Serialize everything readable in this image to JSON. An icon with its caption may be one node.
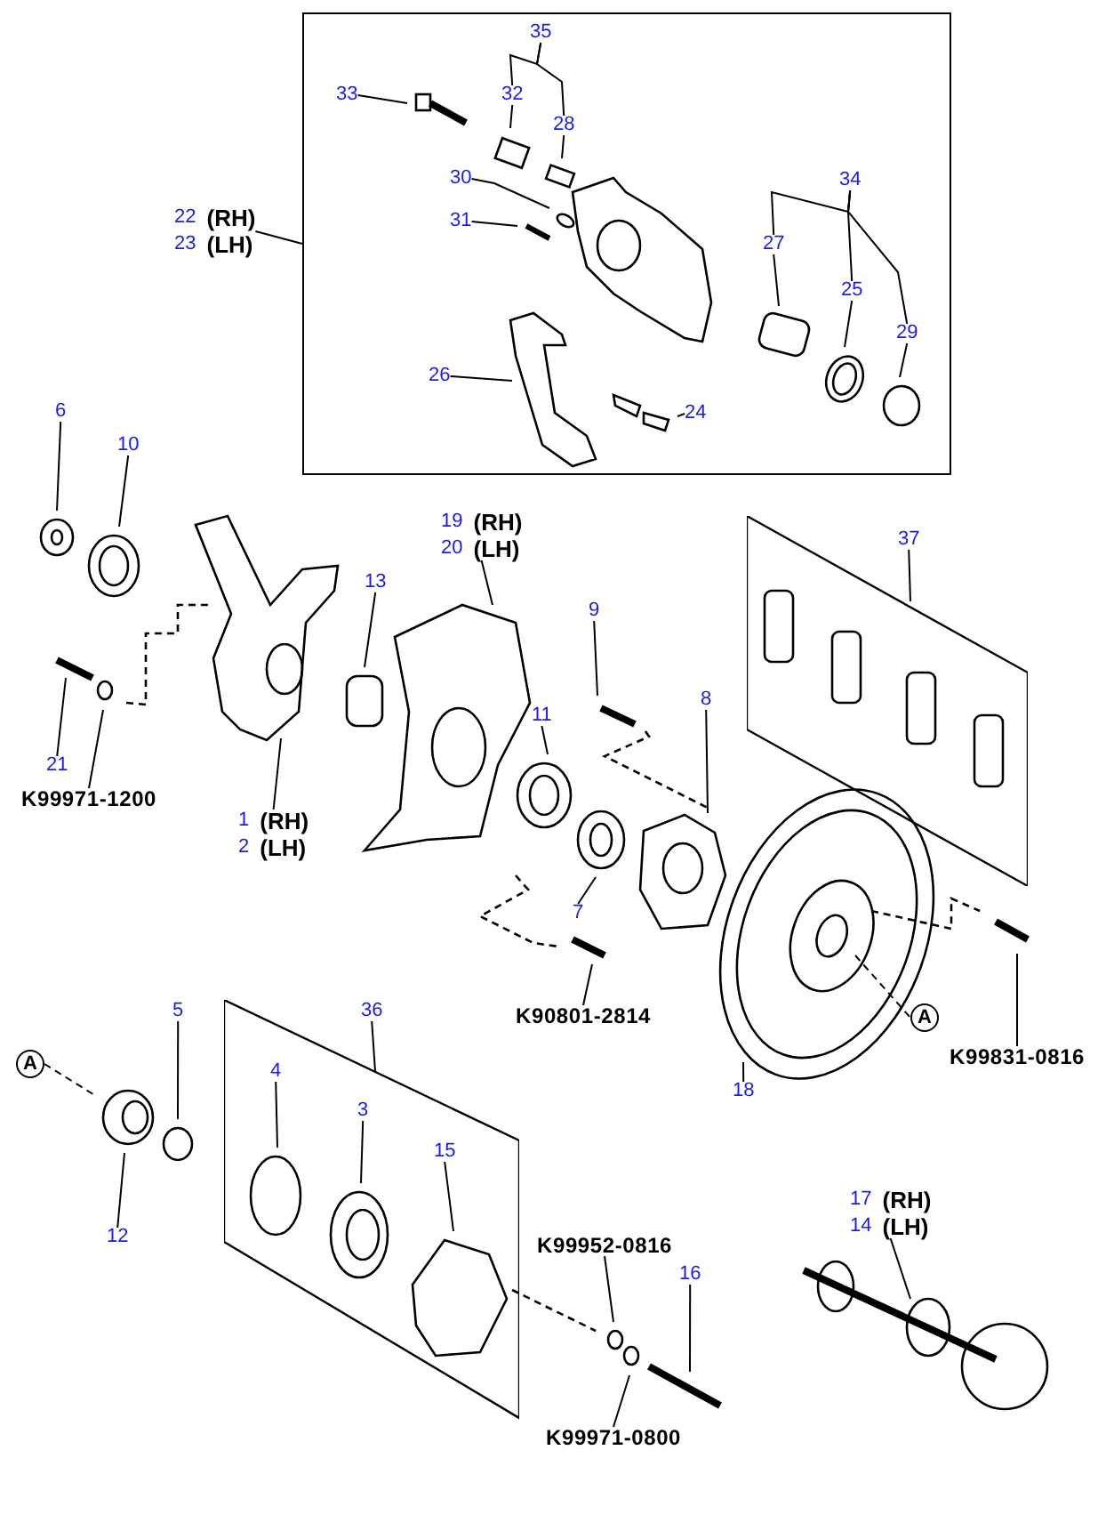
{
  "diagram": {
    "nodes": [
      {
        "text": [],
        "shape": "box"
      },
      {
        "text": [
          "35"
        ],
        "in": 0
      },
      {
        "text": [
          "33"
        ],
        "in": 0
      },
      {
        "text": [
          "32"
        ],
        "in": 0
      },
      {
        "text": [
          "28"
        ],
        "in": 0
      },
      {
        "text": [
          "30"
        ],
        "in": 0
      },
      {
        "text": [
          "31"
        ],
        "in": 0
      },
      {
        "text": [
          "34"
        ],
        "in": 0
      },
      {
        "text": [
          "27"
        ],
        "in": 0
      },
      {
        "text": [
          "25"
        ],
        "in": 0
      },
      {
        "text": [
          "29"
        ],
        "in": 0
      },
      {
        "text": [
          "26"
        ],
        "in": 0
      },
      {
        "text": [
          "24"
        ],
        "in": 0
      },
      {
        "text": [
          "22",
          "(RH)",
          "23",
          "(LH)"
        ]
      },
      {
        "text": [
          "6"
        ]
      },
      {
        "text": [
          "10"
        ]
      },
      {
        "text": [
          "19",
          "(RH)",
          "20",
          "(LH)"
        ]
      },
      {
        "text": [
          "37"
        ]
      },
      {
        "text": [],
        "shape": "box"
      },
      {
        "text": [
          "13"
        ]
      },
      {
        "text": [
          "9"
        ]
      },
      {
        "text": [
          "21"
        ]
      },
      {
        "text": [
          "K99971-1200"
        ]
      },
      {
        "text": [
          "11"
        ]
      },
      {
        "text": [
          "8"
        ]
      },
      {
        "text": [
          "1",
          "(RH)",
          "2",
          "(LH)"
        ]
      },
      {
        "text": [
          "7"
        ]
      },
      {
        "text": [
          "K90801-2814"
        ]
      },
      {
        "text": [
          "A"
        ]
      },
      {
        "text": [
          "K99831-0816"
        ]
      },
      {
        "text": [
          "18"
        ]
      },
      {
        "text": [
          "5"
        ]
      },
      {
        "text": [
          "36"
        ]
      },
      {
        "text": [],
        "shape": "box"
      },
      {
        "text": [
          "4"
        ],
        "in": 33
      },
      {
        "text": [
          "3"
        ],
        "in": 33
      },
      {
        "text": [
          "15"
        ],
        "in": 33
      },
      {
        "text": [
          "A"
        ]
      },
      {
        "text": [
          "12"
        ]
      },
      {
        "text": [
          "17",
          "(RH)",
          "14",
          "(LH)"
        ]
      },
      {
        "text": [
          "K99952-0816"
        ]
      },
      {
        "text": [
          "16"
        ]
      },
      {
        "text": [
          "K99971-0800"
        ]
      }
    ],
    "edges": [
      {
        "from": 13,
        "to": 0,
        "arrow": "none"
      },
      {
        "from": 1,
        "to": 3,
        "arrow": "none"
      },
      {
        "from": 1,
        "to": 4,
        "arrow": "none"
      },
      {
        "from": 2,
        "to": null,
        "arrow": "none"
      },
      {
        "from": 3,
        "to": null,
        "arrow": "none"
      },
      {
        "from": 4,
        "to": null,
        "arrow": "none"
      },
      {
        "from": 5,
        "to": null,
        "arrow": "none"
      },
      {
        "from": 6,
        "to": null,
        "arrow": "none"
      },
      {
        "from": 7,
        "to": 8,
        "arrow": "none"
      },
      {
        "from": 7,
        "to": 9,
        "arrow": "none"
      },
      {
        "from": 7,
        "to": 10,
        "arrow": "none"
      },
      {
        "from": 8,
        "to": null,
        "arrow": "none"
      },
      {
        "from": 9,
        "to": null,
        "arrow": "none"
      },
      {
        "from": 10,
        "to": null,
        "arrow": "none"
      },
      {
        "from": 11,
        "to": null,
        "arrow": "none"
      },
      {
        "from": 12,
        "to": null,
        "arrow": "none"
      },
      {
        "from": 14,
        "to": null,
        "arrow": "none"
      },
      {
        "from": 15,
        "to": null,
        "arrow": "none"
      },
      {
        "from": 16,
        "to": null,
        "arrow": "none"
      },
      {
        "from": 17,
        "to": 18,
        "arrow": "none"
      },
      {
        "from": 19,
        "to": null,
        "arrow": "none"
      },
      {
        "from": 20,
        "to": null,
        "arrow": "none"
      },
      {
        "from": 21,
        "to": null,
        "arrow": "none"
      },
      {
        "from": 22,
        "to": null,
        "arrow": "none"
      },
      {
        "from": 23,
        "to": null,
        "arrow": "none"
      },
      {
        "from": 24,
        "to": null,
        "arrow": "none"
      },
      {
        "from": 25,
        "to": null,
        "arrow": "none"
      },
      {
        "from": 26,
        "to": null,
        "arrow": "none"
      },
      {
        "from": 27,
        "to": null,
        "arrow": "none"
      },
      {
        "from": null,
        "to": 28,
        "arrow": "none",
        "style": "dashed"
      },
      {
        "from": 29,
        "to": null,
        "arrow": "none"
      },
      {
        "from": 30,
        "to": null,
        "arrow": "none"
      },
      {
        "from": 31,
        "to": null,
        "arrow": "none"
      },
      {
        "from": 32,
        "to": 33,
        "arrow": "none"
      },
      {
        "from": 34,
        "to": null,
        "arrow": "none"
      },
      {
        "from": 35,
        "to": null,
        "arrow": "none"
      },
      {
        "from": 36,
        "to": null,
        "arrow": "none"
      },
      {
        "from": 37,
        "to": null,
        "arrow": "none",
        "style": "dashed"
      },
      {
        "from": 38,
        "to": null,
        "arrow": "none"
      },
      {
        "from": 39,
        "to": null,
        "arrow": "none"
      },
      {
        "from": 40,
        "to": null,
        "arrow": "none"
      },
      {
        "from": 41,
        "to": null,
        "arrow": "none"
      },
      {
        "from": 42,
        "to": null,
        "arrow": "none"
      }
    ]
  }
}
